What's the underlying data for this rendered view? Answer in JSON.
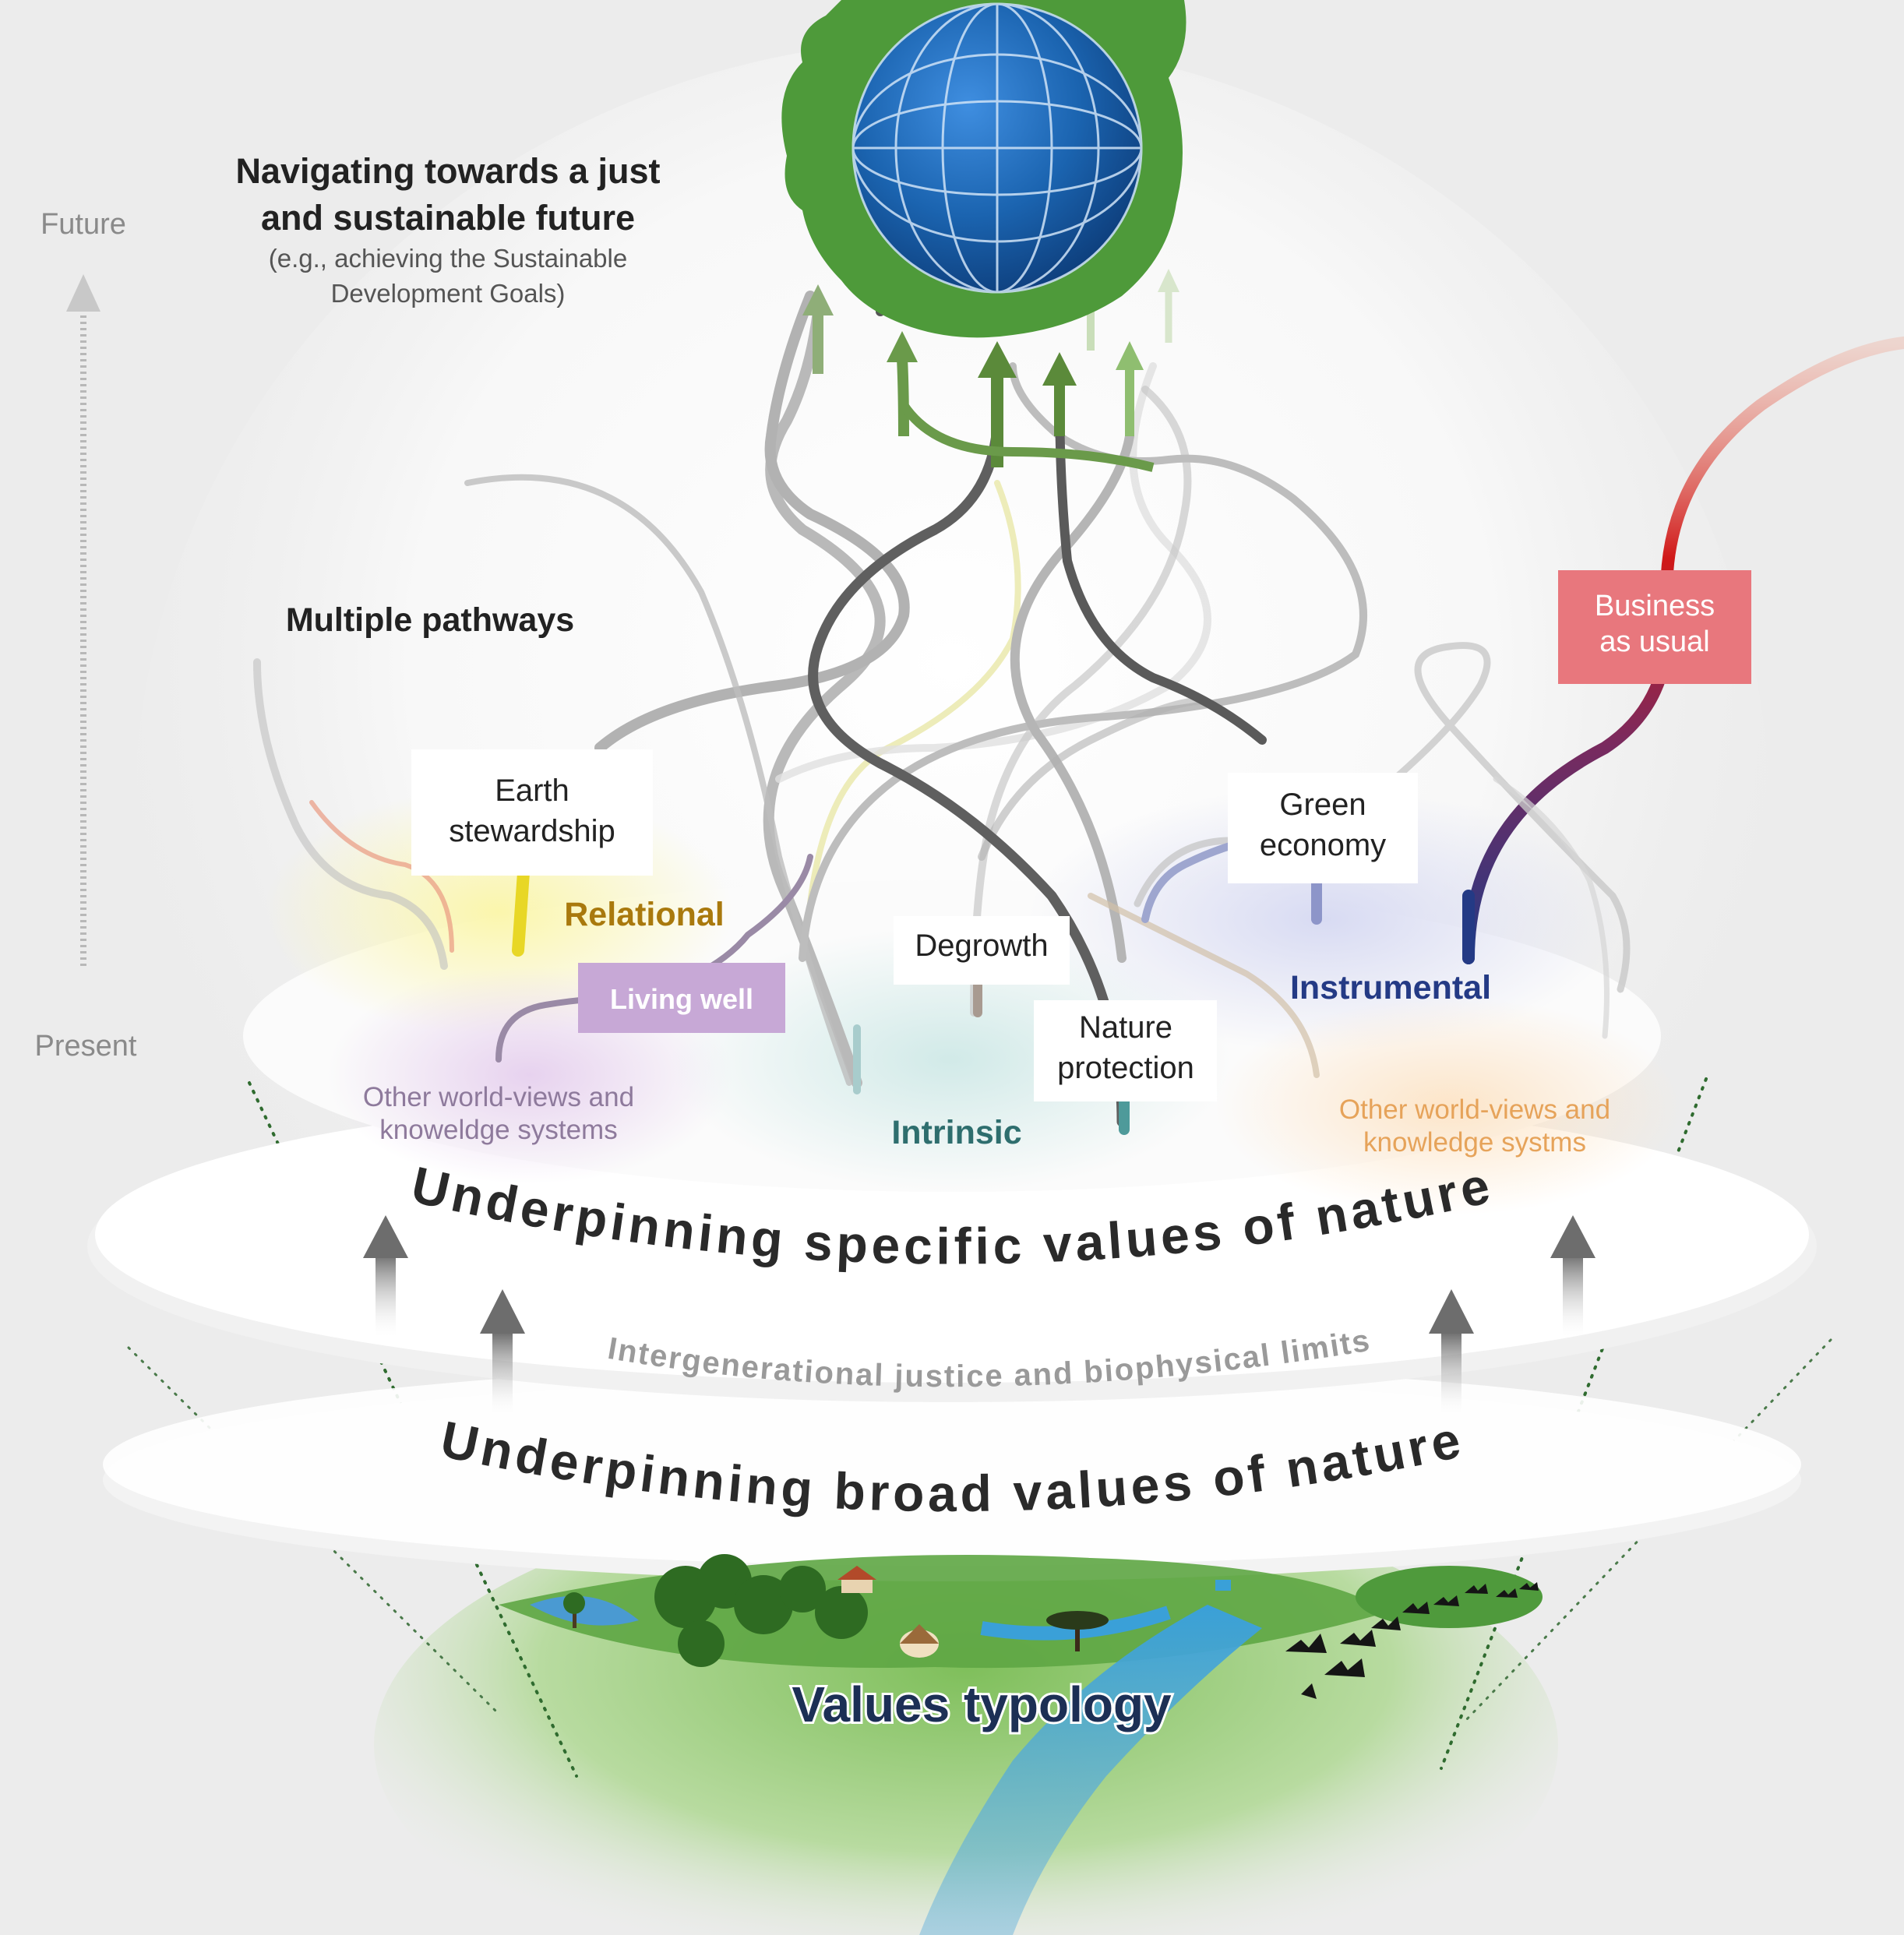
{
  "timeline": {
    "future_label": "Future",
    "present_label": "Present"
  },
  "goal": {
    "title_line1": "Navigating towards a just",
    "title_line2": "and sustainable future",
    "subtitle_line1": "(e.g., achieving the Sustainable",
    "subtitle_line2": "Development Goals)"
  },
  "multiple_pathways_label": "Multiple pathways",
  "pathways": {
    "earth_stewardship_line1": "Earth",
    "earth_stewardship_line2": "stewardship",
    "green_economy_line1": "Green",
    "green_economy_line2": "economy",
    "business_line1": "Business",
    "business_line2": "as usual",
    "living_well": "Living well",
    "degrowth": "Degrowth",
    "nature_protection_line1": "Nature",
    "nature_protection_line2": "protection"
  },
  "value_categories": {
    "relational": "Relational",
    "instrumental": "Instrumental",
    "intrinsic": "Intrinsic",
    "other_left_line1": "Other world-views and",
    "other_left_line2": "knoweldge systems",
    "other_right_line1": "Other world-views and",
    "other_right_line2": "knowledge systms"
  },
  "layers": {
    "specific_values": "Underpinning specific values of nature",
    "justice_limits": "Intergenerational justice and biophysical limits",
    "broad_values": "Underpinning broad values of nature",
    "typology": "Values typology"
  },
  "colors": {
    "background": "#ececec",
    "relational": "#a9790d",
    "instrumental": "#243a85",
    "intrinsic": "#2e6e6e",
    "business_box": "#e8777d",
    "living_well_box": "#c7a8d6",
    "globe_blue": "#1b64b0",
    "pathway_green": "#6a9a4a"
  },
  "icons": [
    "globe-icon",
    "tree-icon",
    "bird-flock-icon",
    "up-arrow-icon"
  ]
}
